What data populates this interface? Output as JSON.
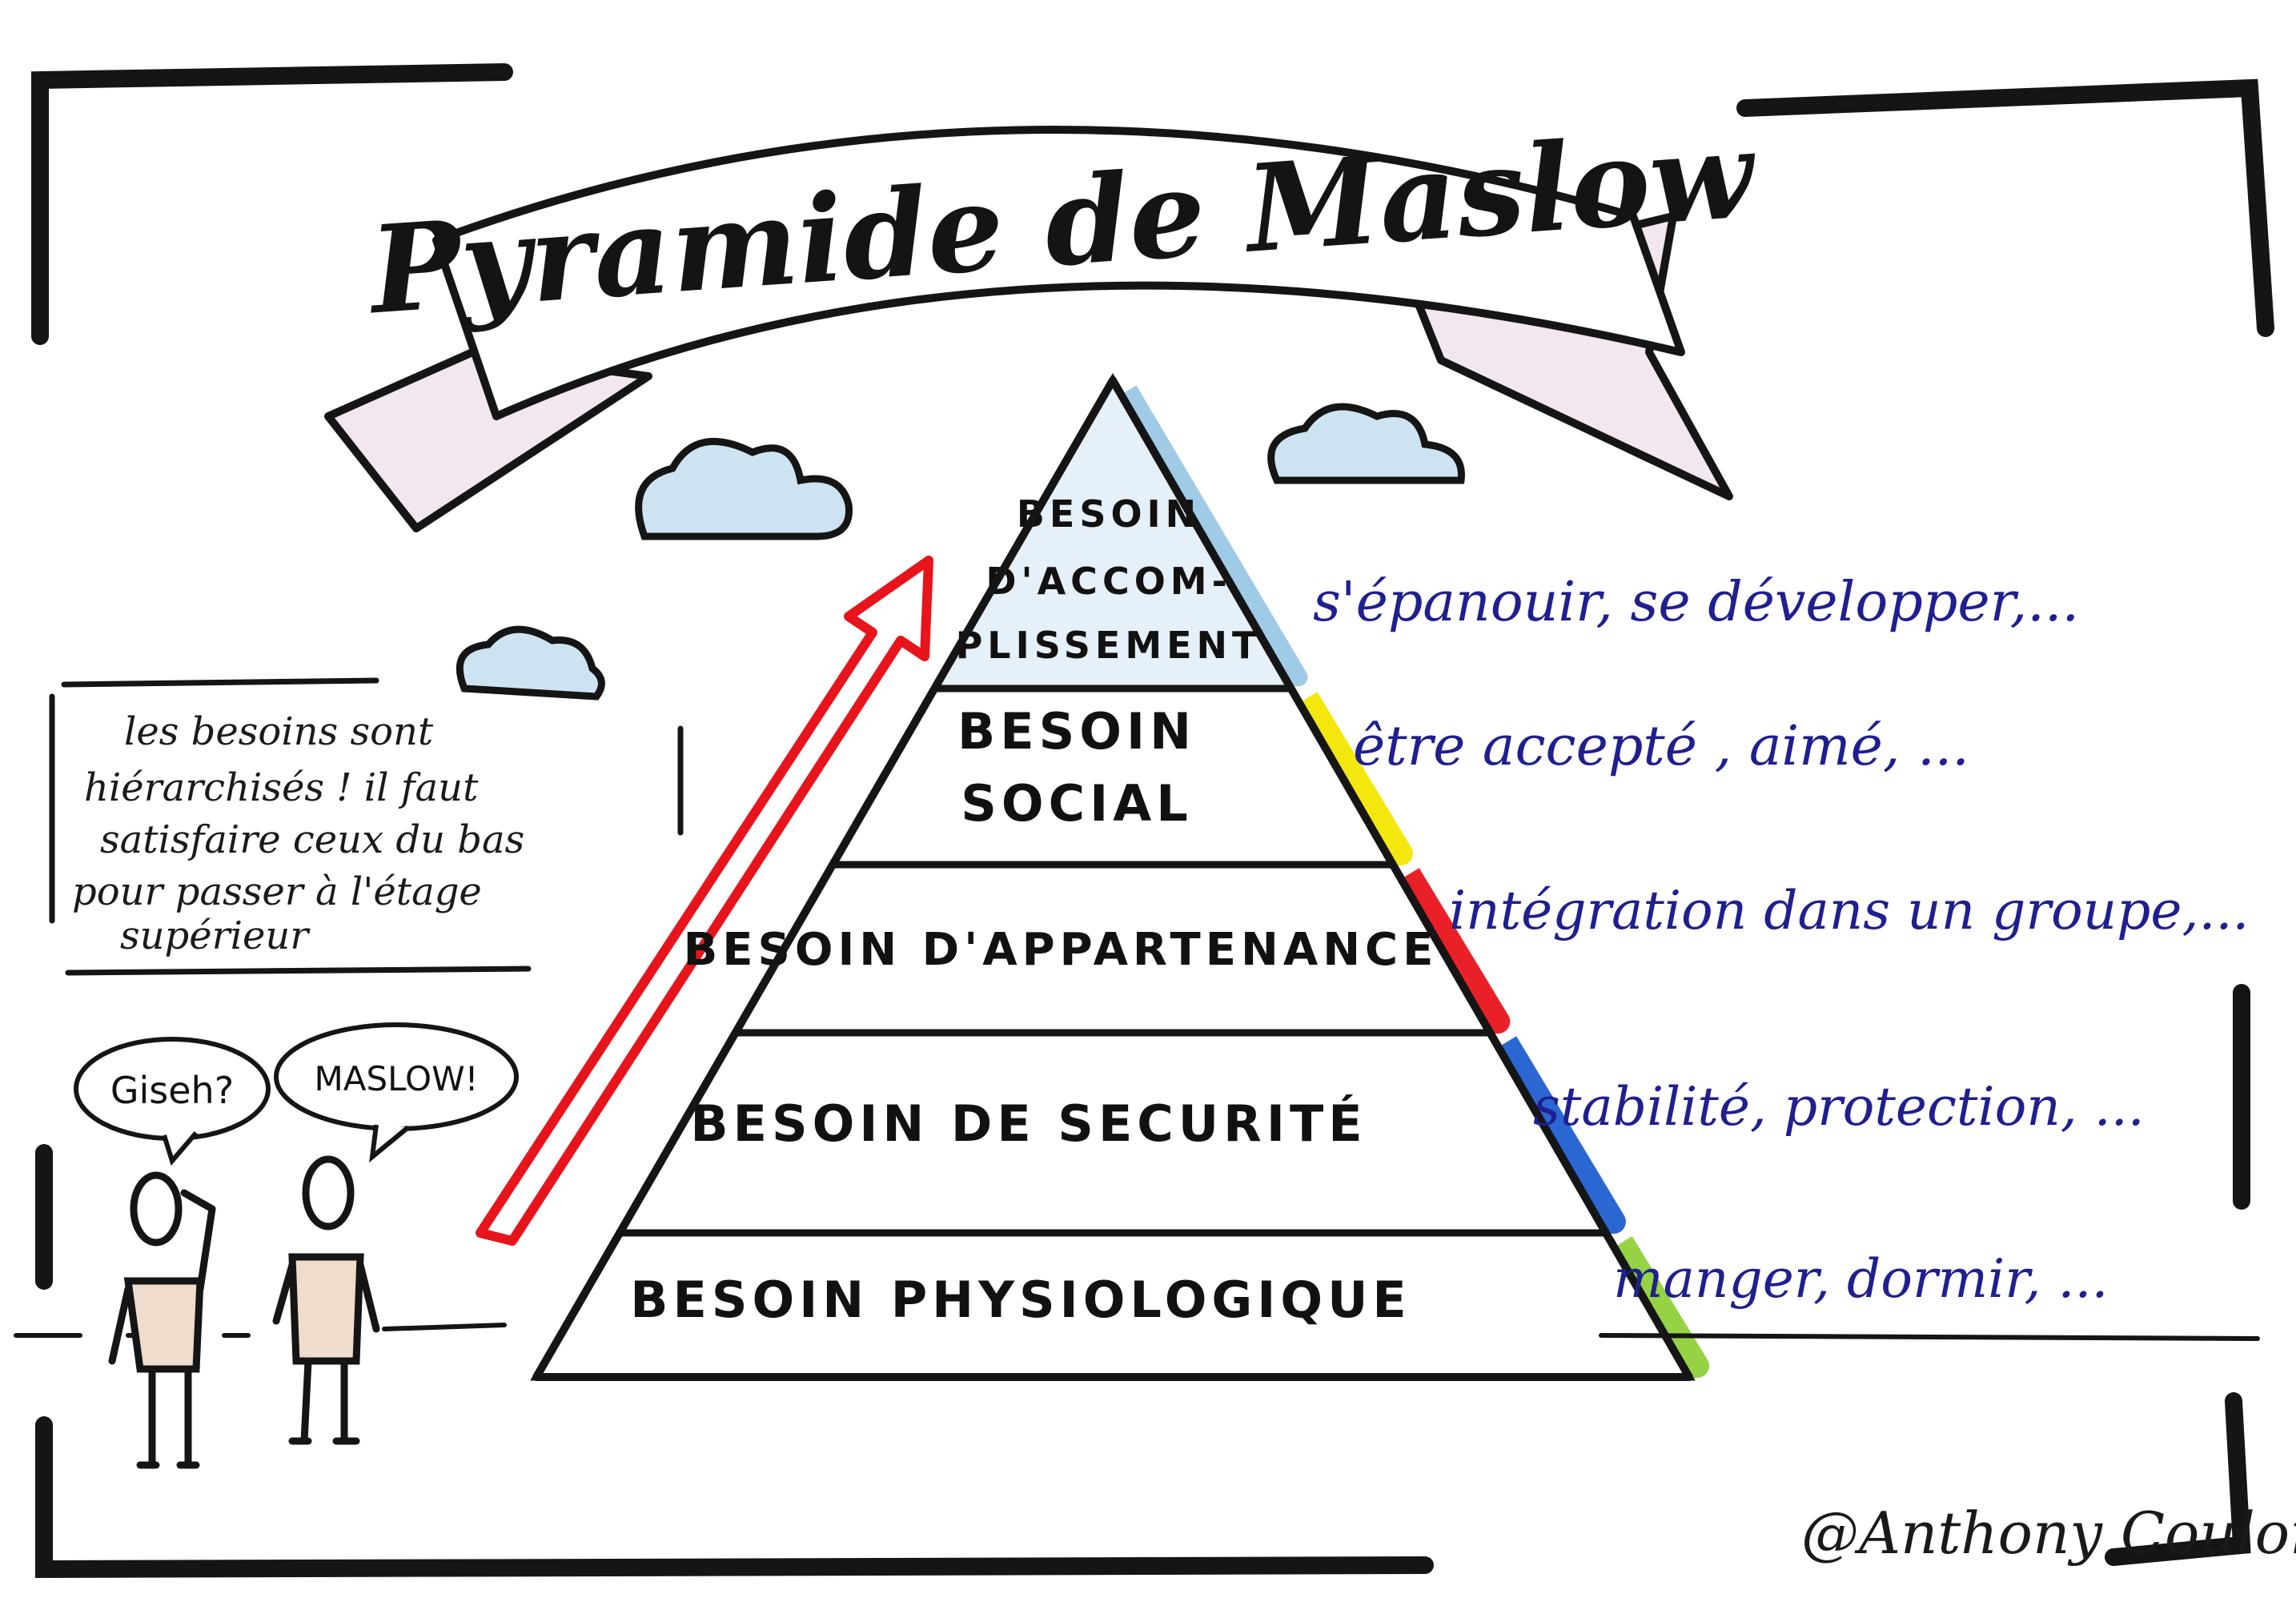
{
  "title": "Pyramide de Maslow",
  "colors": {
    "frame": "#151515",
    "level1": "#9ac8e6",
    "level2": "#f2e600",
    "level3": "#e8141c",
    "level4": "#1f5fd0",
    "level5": "#8fd13a",
    "arrow": "#e8141c",
    "description": "#1f1f8f",
    "cloud": "#cde3f2"
  },
  "pyramid": {
    "levels": [
      {
        "label_lines": [
          "BESOIN",
          "D'ACCOM-",
          "PLISSEMENT"
        ],
        "description": "s'épanouir, se développer,..."
      },
      {
        "label_lines": [
          "BESOIN",
          "SOCIAL"
        ],
        "description": "être accepté , aimé, ..."
      },
      {
        "label_lines": [
          "BESOIN D'APPARTENANCE"
        ],
        "description": "intégration dans un groupe,..."
      },
      {
        "label_lines": [
          "BESOIN DE SECURITÉ"
        ],
        "description": "stabilité, protection, ..."
      },
      {
        "label_lines": [
          "BESOIN PHYSIOLOGIQUE"
        ],
        "description": "manger, dormir, ..."
      }
    ]
  },
  "note": {
    "lines": [
      "les besoins sont",
      "hiérarchisés ! il faut",
      "satisfaire ceux du bas",
      "pour passer à l'étage",
      "supérieur"
    ]
  },
  "people": {
    "bubble_left": "Giseh?",
    "bubble_right": "MASLOW!"
  },
  "signature": "@Anthony Coulon",
  "icons": [
    "cloud-icon",
    "upward-arrow-icon",
    "person-icon",
    "speech-bubble-icon",
    "banner-ribbon"
  ]
}
